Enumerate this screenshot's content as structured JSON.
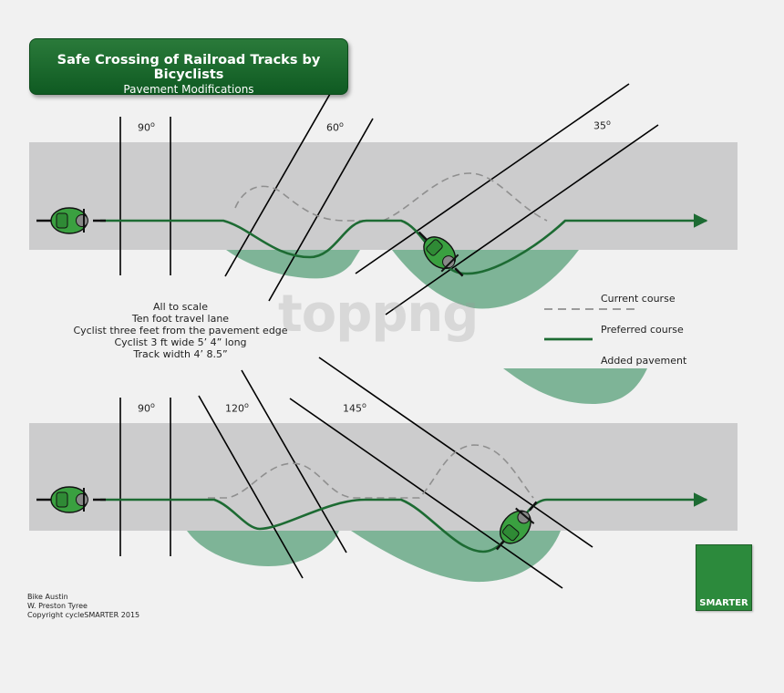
{
  "title": "Safe Crossing of Railroad Tracks by Bicyclists",
  "subtitle": "Pavement Modifications",
  "top_angles": [
    {
      "value": "90",
      "unit": "o"
    },
    {
      "value": "60",
      "unit": "o"
    },
    {
      "value": "35",
      "unit": "o"
    }
  ],
  "bottom_angles": [
    {
      "value": "90",
      "unit": "o"
    },
    {
      "value": "120",
      "unit": "o"
    },
    {
      "value": "145",
      "unit": "o"
    }
  ],
  "notes": [
    "All to scale",
    "Ten foot travel lane",
    "Cyclist three feet from the pavement edge",
    "Cyclist 3 ft wide 5’ 4” long",
    "Track width 4’ 8.5”"
  ],
  "legend": {
    "current": "Current course",
    "preferred": "Preferred course",
    "added": "Added pavement"
  },
  "credits": [
    "Bike Austin",
    "W. Preston Tyree",
    "Copyright cycleSMARTER 2015"
  ],
  "logo_text": "SMARTER",
  "watermark": "toppng",
  "colors": {
    "road": "#cccccd",
    "preferred": "#1d6b33",
    "pavement": "#7eb497",
    "current": "#8f8f8f",
    "banner": "#16632a"
  }
}
